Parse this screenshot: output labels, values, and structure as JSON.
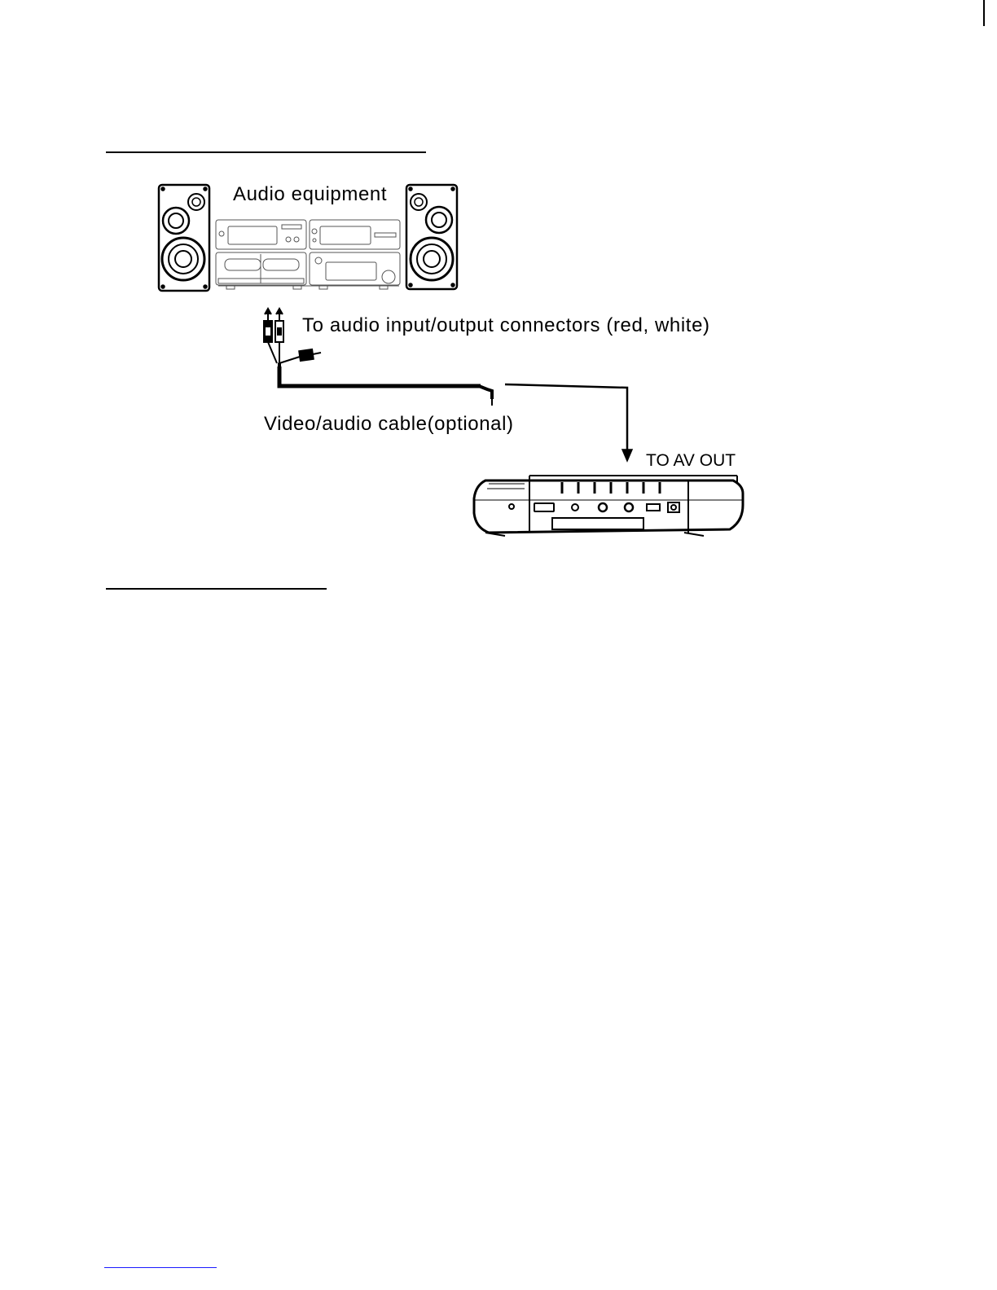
{
  "diagram": {
    "audio_equipment_label": "Audio equipment",
    "connectors_label": "To audio input/output connectors (red, white)",
    "cable_label": "Video/audio cable(optional)",
    "av_out_label": "TO AV OUT"
  },
  "colors": {
    "line": "#000000",
    "background": "#ffffff",
    "link_underline": "#1a1aff"
  }
}
